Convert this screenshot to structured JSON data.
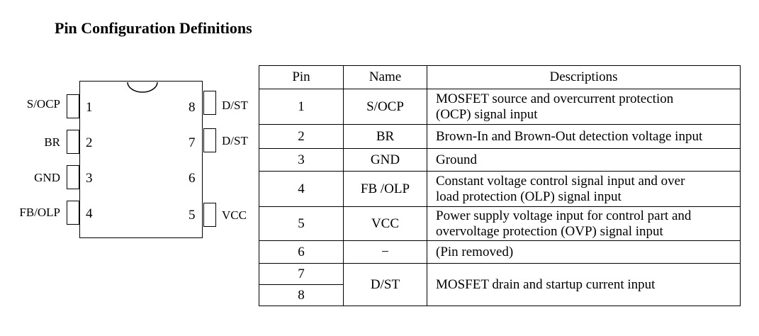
{
  "title": "Pin Configuration Definitions",
  "diagram": {
    "left_pins": [
      {
        "label": "S/OCP",
        "number": "1",
        "has_lead": true
      },
      {
        "label": "BR",
        "number": "2",
        "has_lead": true
      },
      {
        "label": "GND",
        "number": "3",
        "has_lead": true
      },
      {
        "label": "FB/OLP",
        "number": "4",
        "has_lead": true
      }
    ],
    "right_pins": [
      {
        "label": "D/ST",
        "number": "8",
        "has_lead": true
      },
      {
        "label": "D/ST",
        "number": "7",
        "has_lead": true
      },
      {
        "label": "",
        "number": "6",
        "has_lead": false
      },
      {
        "label": "VCC",
        "number": "5",
        "has_lead": true
      }
    ]
  },
  "table": {
    "headers": {
      "pin": "Pin",
      "name": "Name",
      "desc": "Descriptions"
    },
    "rows": [
      {
        "pin": "1",
        "name": "S/OCP",
        "desc_lines": [
          "MOSFET source and overcurrent protection",
          "(OCP) signal input"
        ]
      },
      {
        "pin": "2",
        "name": "BR",
        "desc_lines": [
          "Brown-In and Brown-Out detection voltage input"
        ]
      },
      {
        "pin": "3",
        "name": "GND",
        "desc_lines": [
          "Ground"
        ]
      },
      {
        "pin": "4",
        "name": "FB /OLP",
        "desc_lines": [
          "Constant voltage control signal input and over",
          "load protection (OLP) signal input"
        ]
      },
      {
        "pin": "5",
        "name": "VCC",
        "desc_lines": [
          "Power supply voltage input for control part and",
          "overvoltage protection (OVP) signal input"
        ]
      },
      {
        "pin": "6",
        "name": "−",
        "desc_lines": [
          "(Pin removed)"
        ]
      }
    ],
    "merged_row": {
      "pins": [
        "7",
        "8"
      ],
      "name": "D/ST",
      "desc_lines": [
        "MOSFET drain and startup current input"
      ]
    }
  }
}
